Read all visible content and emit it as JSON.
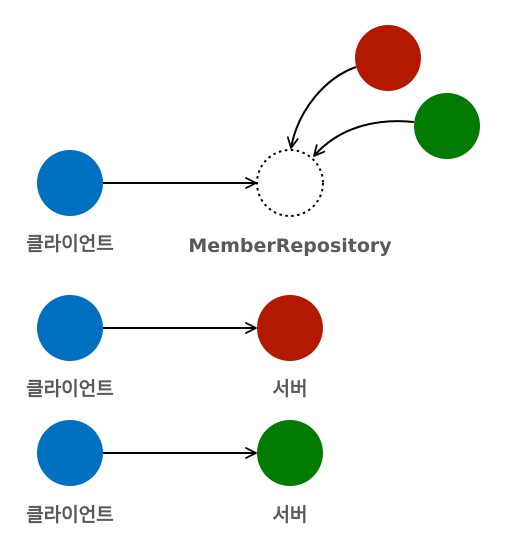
{
  "labels": {
    "client_top": "클라이언트",
    "repository": "MemberRepository",
    "client_middle": "클라이언트",
    "server_middle": "서버",
    "client_bottom": "클라이언트",
    "server_bottom": "서버"
  },
  "colors": {
    "client": "#0070c0",
    "server_red": "#b31900",
    "server_green": "#007a00",
    "arrow": "#000000",
    "label_text": "#595959"
  }
}
